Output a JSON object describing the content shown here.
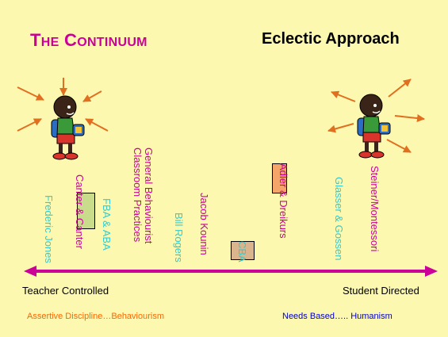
{
  "title": {
    "part1_first": "T",
    "part1_rest": "HE",
    "part2_first": "C",
    "part2_rest": "ONTINUUM"
  },
  "subtitle": "Eclectic Approach",
  "theorists": [
    {
      "label": "Frederic Jones",
      "color": "#33cccc"
    },
    {
      "label": "Canter & Canter",
      "color": "#cc0099",
      "boxed": true,
      "box_fill": "#c8dc8c"
    },
    {
      "label": "FBA & ABA",
      "color": "#33cccc"
    },
    {
      "label": "General Behaviourist",
      "color": "#cc0099"
    },
    {
      "label": "Classroom Practices",
      "color": "#cc0099"
    },
    {
      "label": "Bill Rogers",
      "color": "#33cccc"
    },
    {
      "label": "Jacob Kounin",
      "color": "#cc0099"
    },
    {
      "label": "CBA",
      "color": "#33cccc",
      "boxed": true,
      "box_fill": "#d9b48c"
    },
    {
      "label": "Adler & Dreikurs",
      "color": "#cc0099",
      "boxed": true,
      "box_fill": "#f5a56a"
    },
    {
      "label": "Glasser & Gossen",
      "color": "#33cccc"
    },
    {
      "label": "Steiner/Montessori",
      "color": "#cc0099"
    }
  ],
  "axis": {
    "left_label": "Teacher Controlled",
    "right_label": "Student Directed",
    "color": "#cc0099"
  },
  "footer": {
    "left": "Assertive Discipline…Behaviourism",
    "left_color": "#ff6600",
    "right": "Needs Based….. Humanism",
    "right_color": "#0000cc"
  },
  "icons": [
    "student-walking-left-icon",
    "student-walking-right-icon"
  ]
}
